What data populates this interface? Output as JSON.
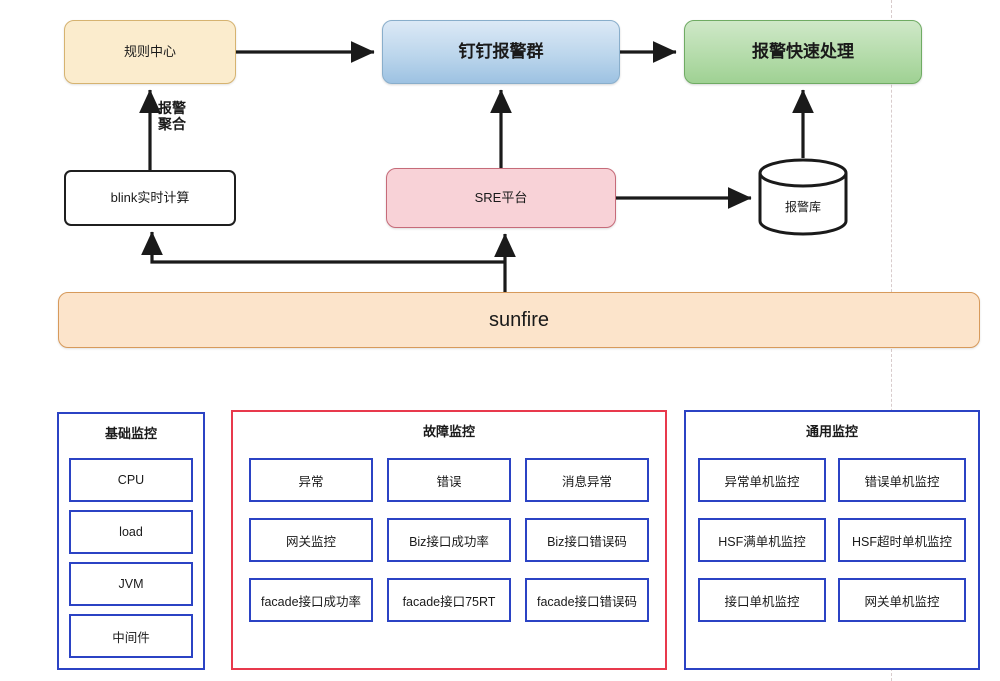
{
  "diagram": {
    "title_nodes": {
      "rule_center": "规则中心",
      "dingtalk_alarm_group": "钉钉报警群",
      "fast_handling": "报警快速处理",
      "blink_realtime": "blink实时计算",
      "sre_platform": "SRE平台",
      "alarm_db": "报警库",
      "sunfire": "sunfire"
    },
    "edge_labels": {
      "alarm_aggregate": "报警\n聚合"
    },
    "panels": {
      "basic": {
        "title": "基础监控",
        "border_color": "#2b43c4",
        "items": [
          "CPU",
          "load",
          "JVM",
          "中间件"
        ]
      },
      "fault": {
        "title": "故障监控",
        "border_color": "#e8394c",
        "items": [
          "异常",
          "错误",
          "消息异常",
          "网关监控",
          "Biz接口成功率",
          "Biz接口错误码",
          "facade接口成功率",
          "facade接口75RT",
          "facade接口错误码"
        ]
      },
      "common": {
        "title": "通用监控",
        "border_color": "#2b43c4",
        "items": [
          "异常单机监控",
          "错误单机监控",
          "HSF满单机监控",
          "HSF超时单机监控",
          "接口单机监控",
          "网关单机监控"
        ]
      }
    },
    "colors": {
      "rule_center_fill": "#fbeccd",
      "rule_center_stroke": "#d6b370",
      "dingtalk_fill": "#bcd6ec",
      "dingtalk_stroke": "#89aecb",
      "fast_fill": "#b5dcab",
      "fast_stroke": "#6fab63",
      "sre_fill": "#f8d2d7",
      "sre_stroke": "#c66b79",
      "sunfire_fill": "#fce4cb",
      "sunfire_stroke": "#d79a5b",
      "edge_stroke": "#1a1a1a",
      "chip_stroke": "#2b43c4",
      "guide_dash": "#d8cccc"
    }
  }
}
